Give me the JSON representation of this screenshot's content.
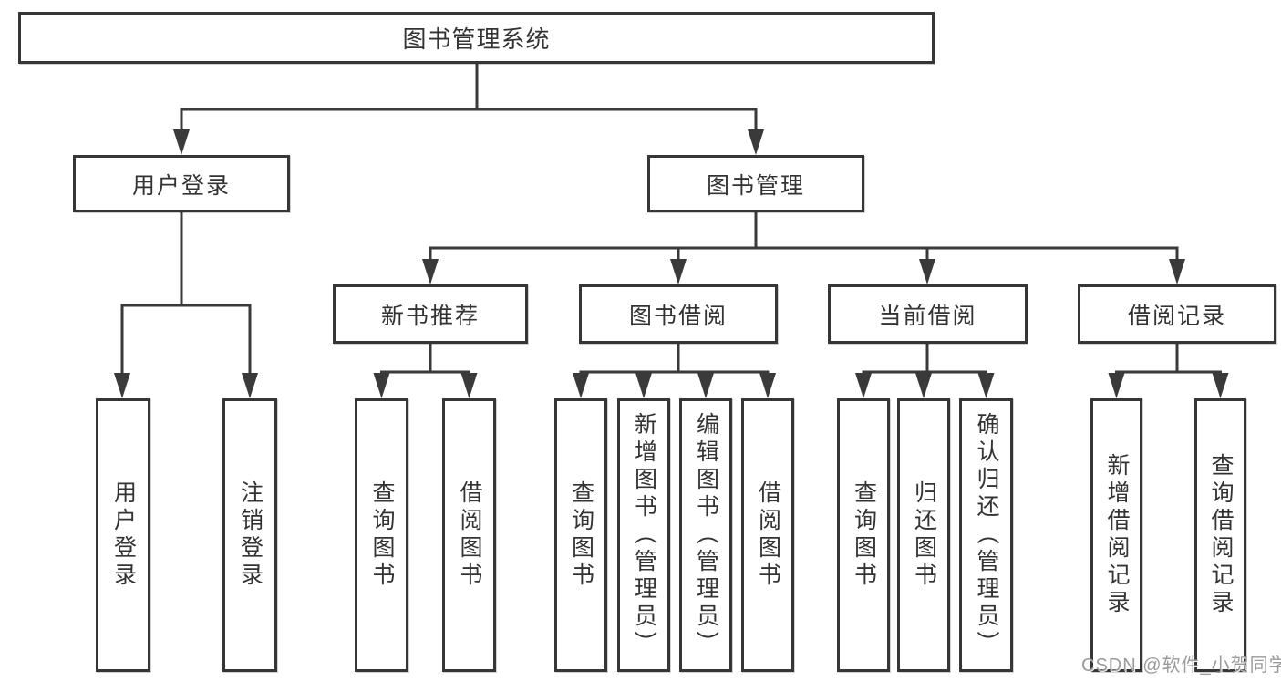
{
  "diagram": {
    "root": {
      "label": "图书管理系统"
    },
    "branches": [
      {
        "label": "用户登录",
        "children": [
          {
            "label": "用户登录"
          },
          {
            "label": "注销登录"
          }
        ]
      },
      {
        "label": "图书管理",
        "sections": [
          {
            "label": "新书推荐",
            "children": [
              {
                "label": "查询图书"
              },
              {
                "label": "借阅图书"
              }
            ]
          },
          {
            "label": "图书借阅",
            "children": [
              {
                "label": "查询图书"
              },
              {
                "label": "新增图书（管理员）"
              },
              {
                "label": "编辑图书（管理员）"
              },
              {
                "label": "借阅图书"
              }
            ]
          },
          {
            "label": "当前借阅",
            "children": [
              {
                "label": "查询图书"
              },
              {
                "label": "归还图书"
              },
              {
                "label": "确认归还（管理员）"
              }
            ]
          },
          {
            "label": "借阅记录",
            "children": [
              {
                "label": "新增借阅记录"
              },
              {
                "label": "查询借阅记录"
              }
            ]
          }
        ]
      }
    ]
  },
  "watermark": {
    "text": "CSDN @软件_小贺同学"
  },
  "colors": {
    "line": "#3a3a3a",
    "border": "#363636",
    "text": "#333333",
    "box_background": "#ffffff",
    "watermark": "#9b9b9b",
    "page_background": "#ffffff"
  }
}
